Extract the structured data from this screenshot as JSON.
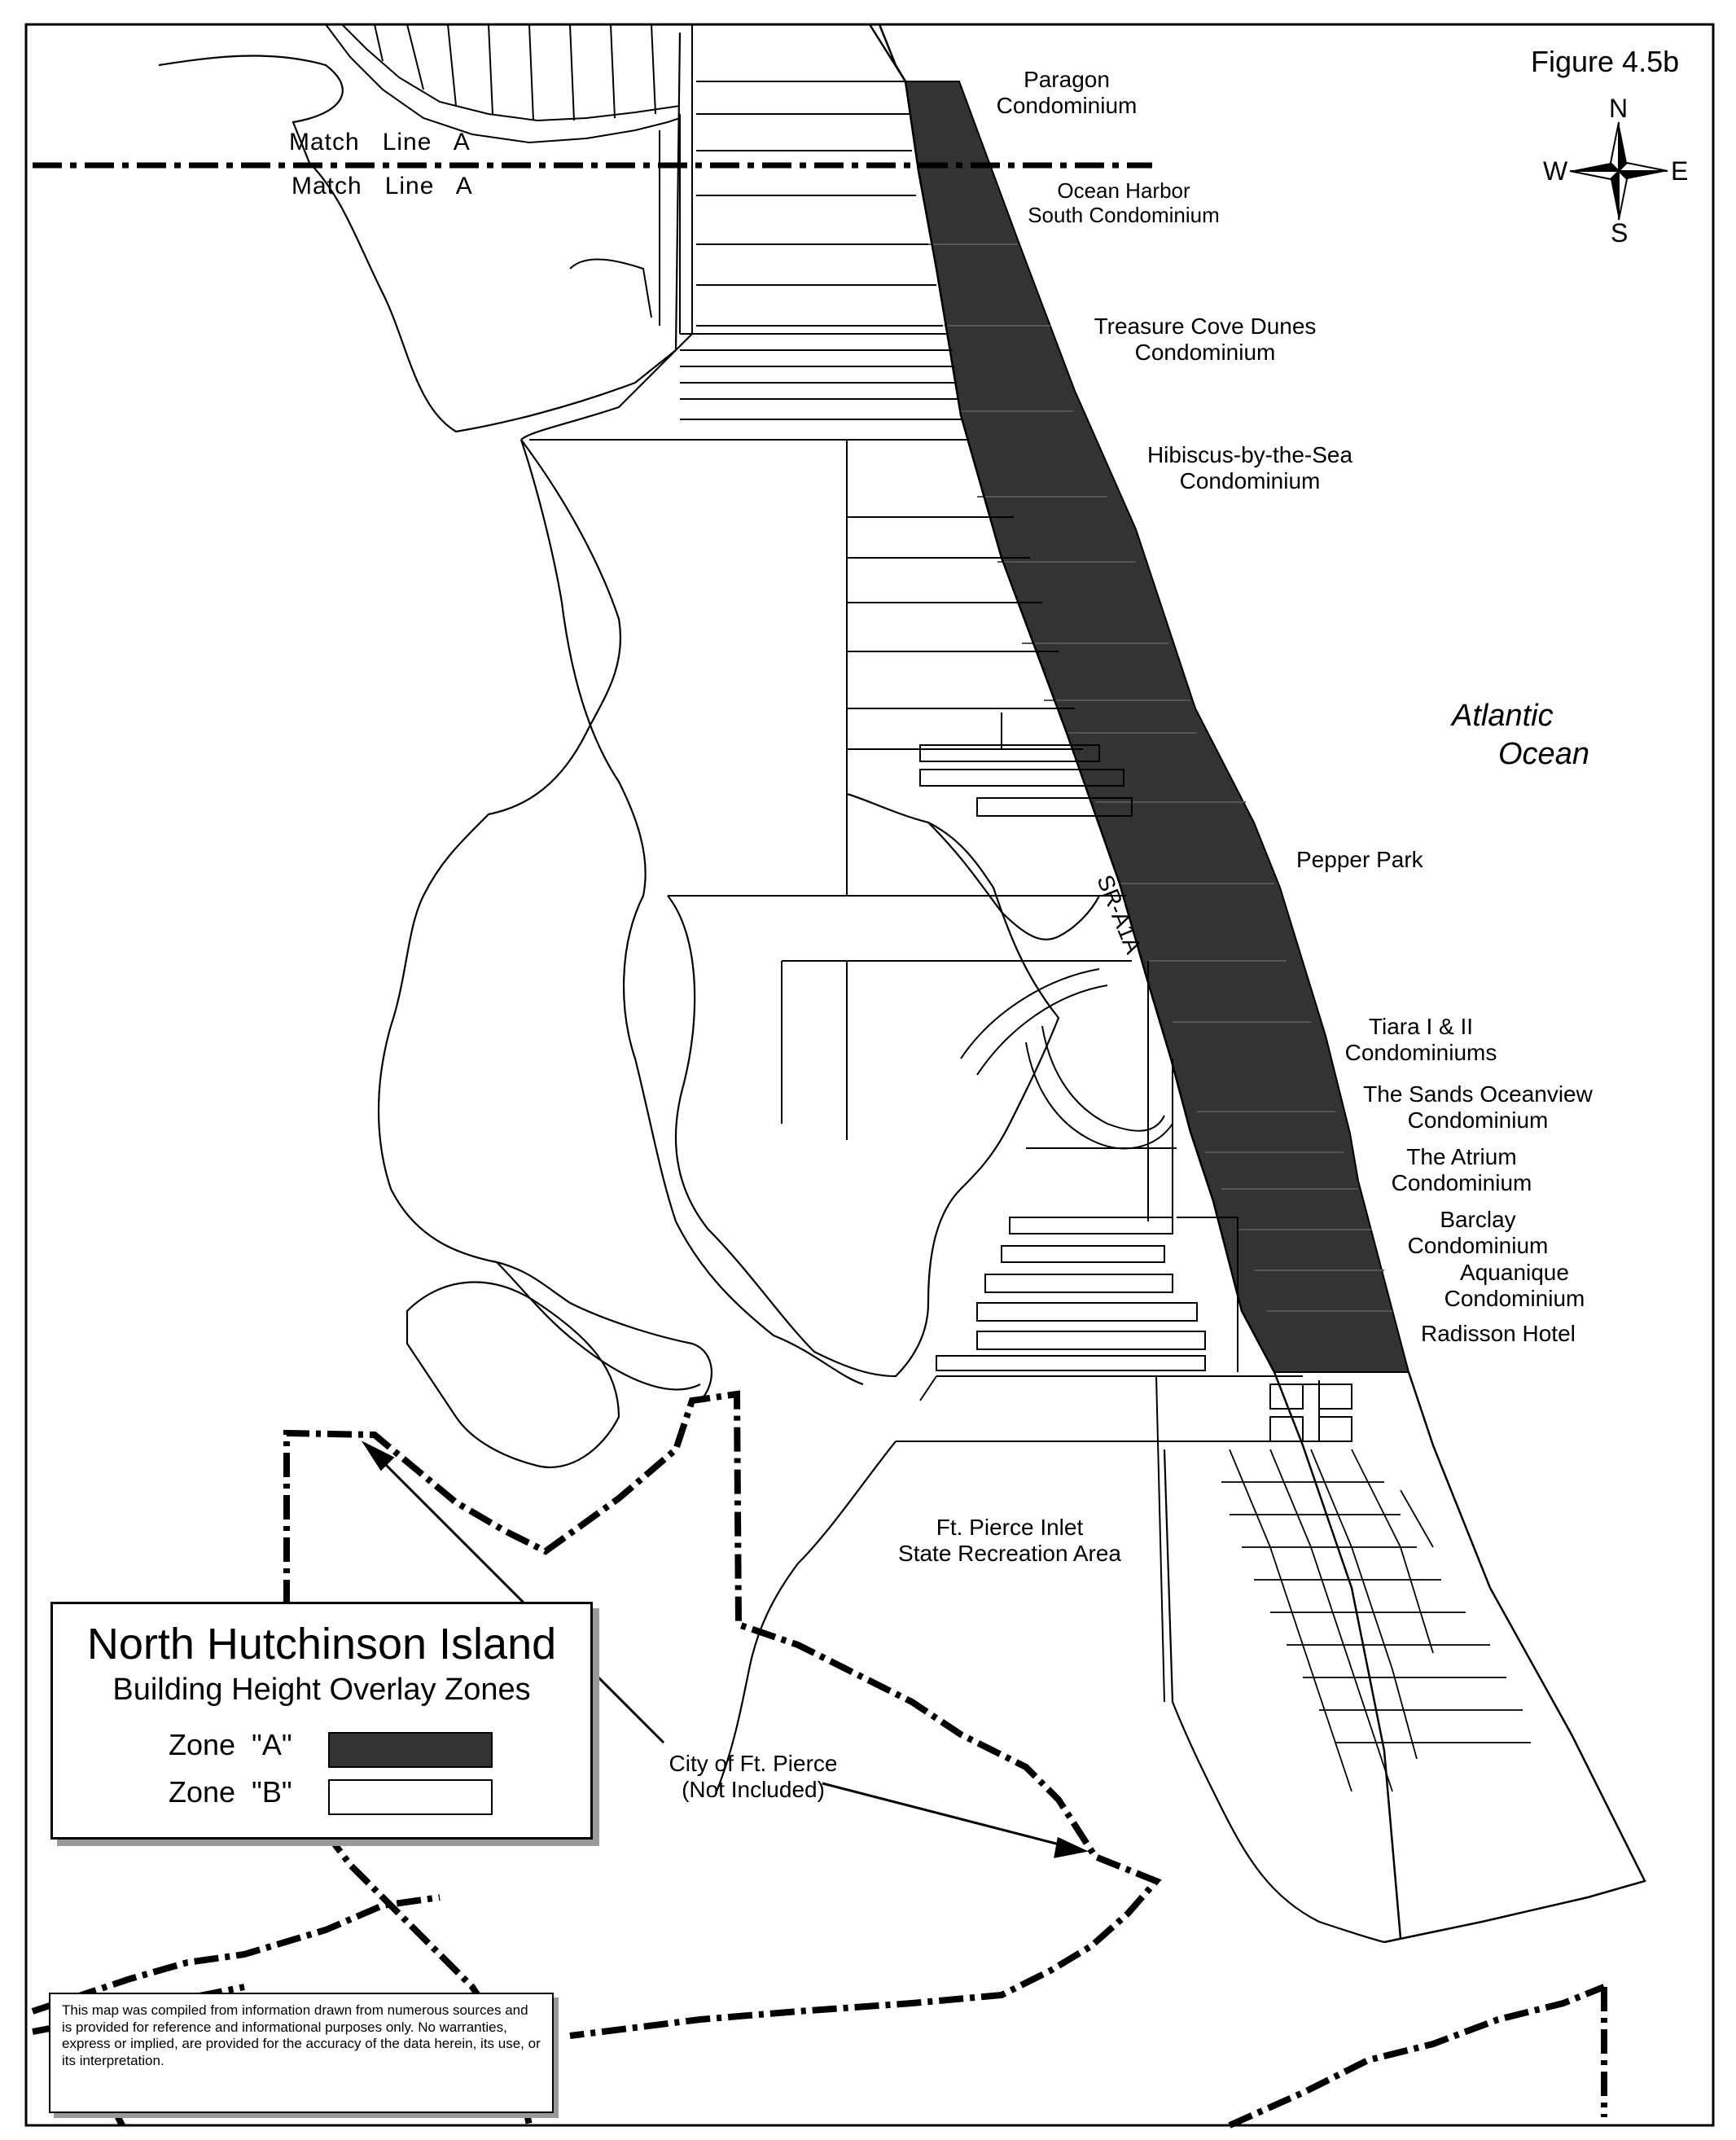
{
  "figure_label": "Figure 4.5b",
  "compass": {
    "n": "N",
    "s": "S",
    "e": "E",
    "w": "W"
  },
  "match_line_top": "Match   Line   A",
  "match_line_bottom": "Match   Line   A",
  "ocean": {
    "line1": "Atlantic",
    "line2": "Ocean"
  },
  "road_label": "SR-A1A",
  "labels": {
    "paragon": [
      "Paragon",
      "Condominium"
    ],
    "ocean_harbor": [
      "Ocean Harbor",
      "South Condominium"
    ],
    "treasure_cove": [
      "Treasure Cove Dunes",
      "Condominium"
    ],
    "hibiscus": [
      "Hibiscus-by-the-Sea",
      "Condominium"
    ],
    "pepper_park": "Pepper Park",
    "tiara": [
      "Tiara I & II",
      "Condominiums"
    ],
    "sands": [
      "The Sands Oceanview",
      "Condominium"
    ],
    "atrium": [
      "The Atrium",
      "Condominium"
    ],
    "barclay": [
      "Barclay",
      "Condominium"
    ],
    "aquanique": [
      "Aquanique",
      "Condominium"
    ],
    "radisson": "Radisson Hotel",
    "ft_pierce_inlet": [
      "Ft. Pierce Inlet",
      "State Recreation Area"
    ],
    "city_ft_pierce": [
      "City of Ft. Pierce",
      "(Not Included)"
    ]
  },
  "legend": {
    "title": "North Hutchinson Island",
    "subtitle": "Building Height Overlay Zones",
    "zone_a": "Zone  \"A\"",
    "zone_b": "Zone  \"B\"",
    "zone_a_color": "#333333",
    "zone_b_color": "#ffffff"
  },
  "disclaimer": "This map was compiled from information drawn from numerous sources and is provided for reference and informational purposes only.  No warranties, express or implied, are provided for the accuracy of the data herein, its use, or its interpretation."
}
